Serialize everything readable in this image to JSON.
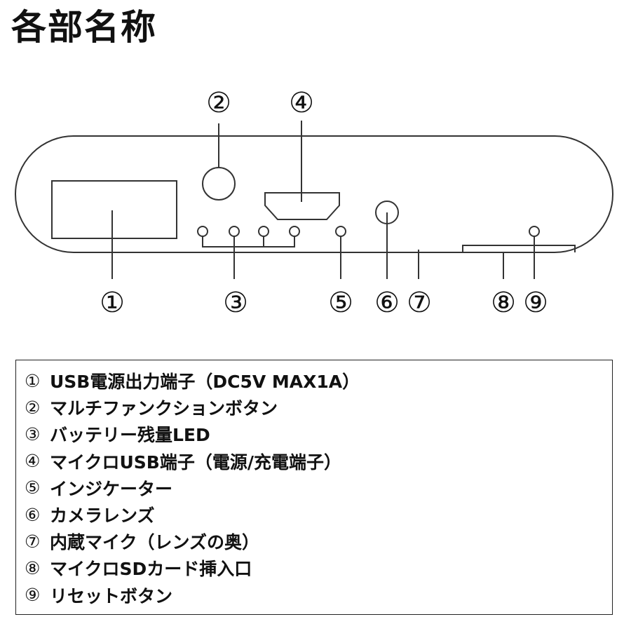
{
  "page": {
    "title": "各部名称"
  },
  "diagram": {
    "callouts": [
      "①",
      "②",
      "③",
      "④",
      "⑤",
      "⑥",
      "⑦",
      "⑧",
      "⑨"
    ]
  },
  "legend": {
    "items": [
      {
        "num": "①",
        "label": "USB電源出力端子（DC5V  MAX1A）"
      },
      {
        "num": "②",
        "label": "マルチファンクションボタン"
      },
      {
        "num": "③",
        "label": "バッテリー残量LED"
      },
      {
        "num": "④",
        "label": "マイクロUSB端子（電源/充電端子）"
      },
      {
        "num": "⑤",
        "label": "インジケーター"
      },
      {
        "num": "⑥",
        "label": "カメラレンズ"
      },
      {
        "num": "⑦",
        "label": "内蔵マイク（レンズの奥）"
      },
      {
        "num": "⑧",
        "label": "マイクロSDカード挿入口"
      },
      {
        "num": "⑨",
        "label": "リセットボタン"
      }
    ]
  }
}
